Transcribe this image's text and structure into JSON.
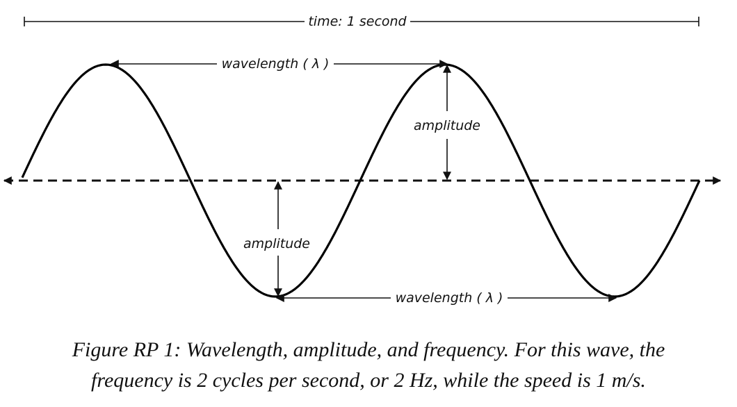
{
  "diagram": {
    "time_label": "time: 1 second",
    "wavelength_top_label": "wavelength ( λ )",
    "wavelength_bottom_label": "wavelength ( λ )",
    "amplitude_upper_label": "amplitude",
    "amplitude_lower_label": "amplitude"
  },
  "caption": {
    "line1": "Figure RP 1: Wavelength, amplitude, and frequency. For this wave, the",
    "line2": "frequency is 2 cycles per second, or 2 Hz, while the speed is 1 m/s."
  },
  "colors": {
    "ink": "#111111",
    "background": "#ffffff"
  }
}
